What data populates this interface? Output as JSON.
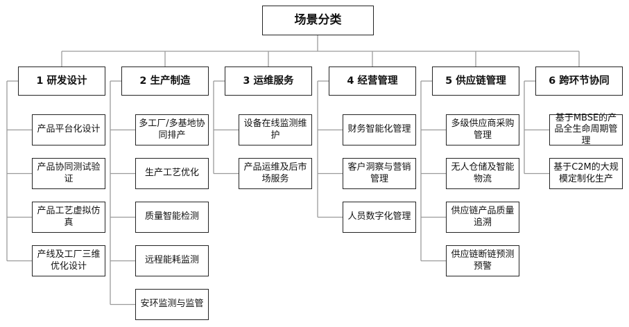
{
  "root": "场景分类",
  "categories": [
    {
      "label": "1 研发设计",
      "items": [
        "产品平台化设计",
        "产品协同测试验证",
        "产品工艺虚拟仿真",
        "产线及工厂三维优化设计"
      ]
    },
    {
      "label": "2 生产制造",
      "items": [
        "多工厂/多基地协同排产",
        "生产工艺优化",
        "质量智能检测",
        "远程能耗监测",
        "安环监测与监管"
      ]
    },
    {
      "label": "3 运维服务",
      "items": [
        "设备在线监测维护",
        "产品运维及后市场服务"
      ]
    },
    {
      "label": "4 经营管理",
      "items": [
        "财务智能化管理",
        "客户洞察与营销管理",
        "人员数字化管理"
      ]
    },
    {
      "label": "5 供应链管理",
      "items": [
        "多级供应商采购管理",
        "无人仓储及智能物流",
        "供应链产品质量追溯",
        "供应链断链预测预警"
      ]
    },
    {
      "label": "6 跨环节协同",
      "items": [
        "基于MBSE的产品全生命周期管理",
        "基于C2M的大规模定制化生产"
      ]
    }
  ]
}
